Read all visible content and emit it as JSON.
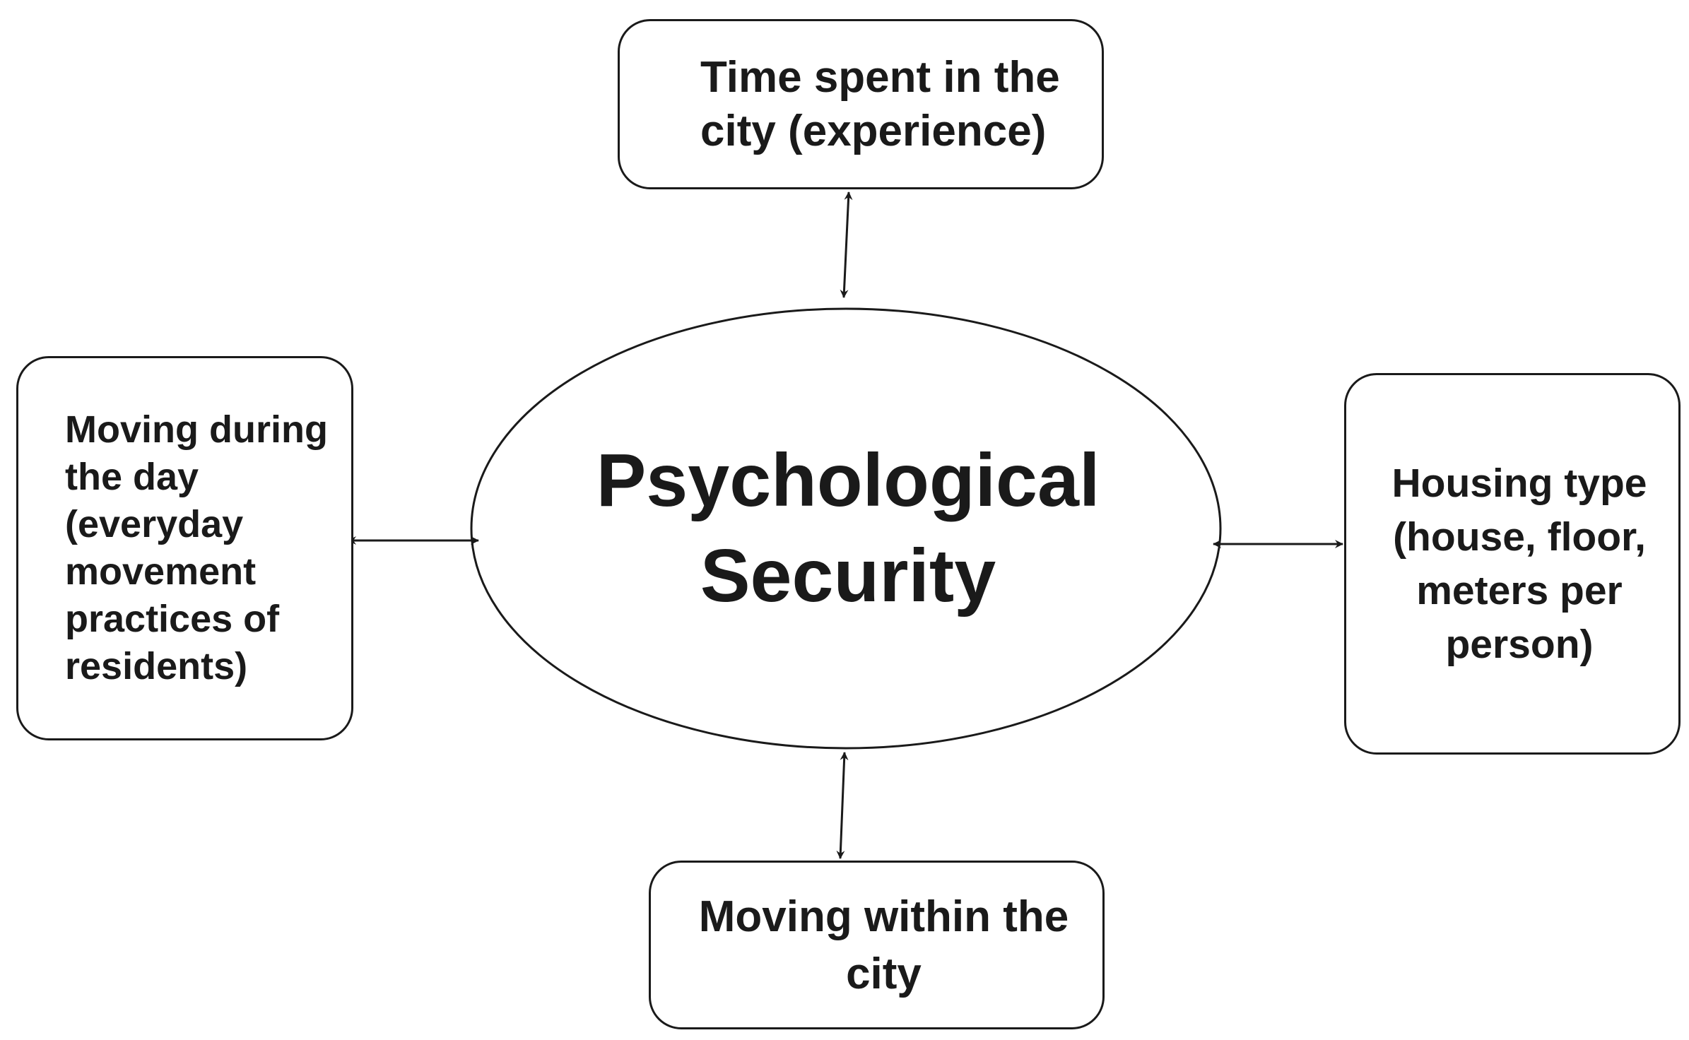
{
  "center": {
    "lines": [
      "Psychological",
      "Security"
    ]
  },
  "nodes": {
    "top": {
      "lines": [
        "Time spent in the",
        "city (experience)"
      ]
    },
    "left": {
      "lines": [
        "Moving during",
        "the day",
        "(everyday",
        "movement",
        "practices of",
        "residents)"
      ]
    },
    "right": {
      "lines": [
        "Housing type",
        "(house, floor,",
        "meters per",
        "person)"
      ]
    },
    "bottom": {
      "lines": [
        "Moving within the",
        "city"
      ]
    }
  },
  "connectors": [
    {
      "from": "center",
      "to": "top",
      "direction": "bidirectional"
    },
    {
      "from": "center",
      "to": "left",
      "direction": "bidirectional"
    },
    {
      "from": "center",
      "to": "right",
      "direction": "bidirectional"
    },
    {
      "from": "center",
      "to": "bottom",
      "direction": "bidirectional"
    }
  ],
  "colors": {
    "stroke": "#1a1a1a",
    "background": "#ffffff"
  }
}
